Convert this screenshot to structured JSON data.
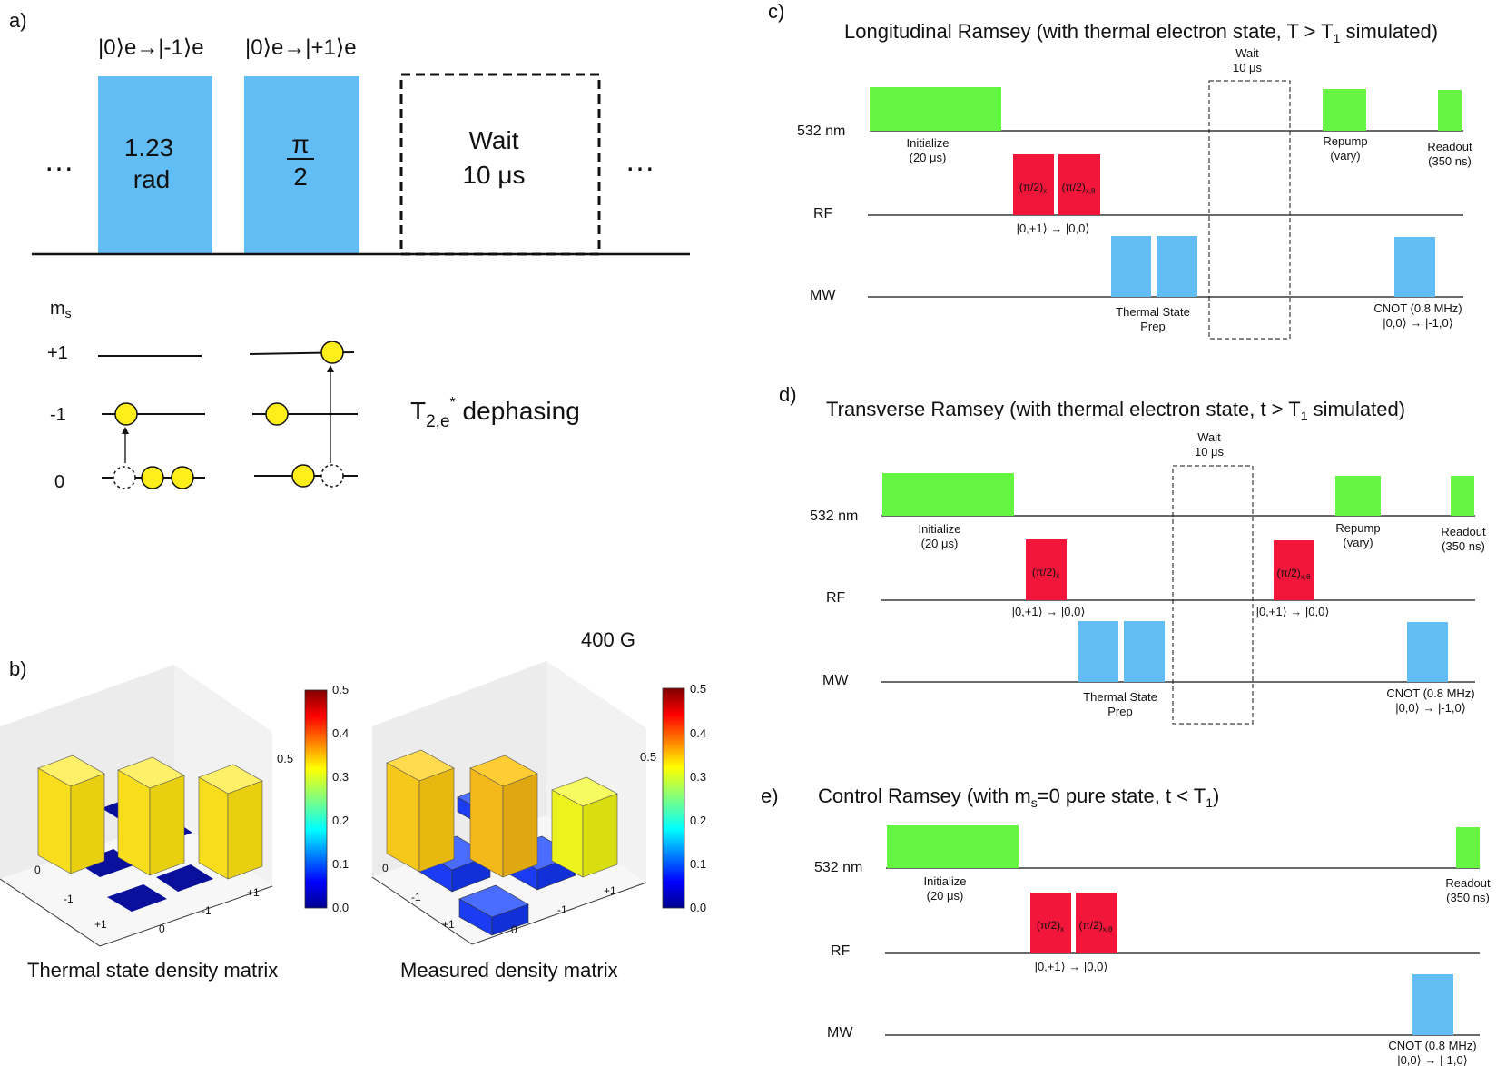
{
  "colors": {
    "green": "#66f542",
    "red": "#f2173a",
    "blue": "#63bdf5",
    "yellow": "#ffee1a",
    "bar_yellow": "#f7dd1c",
    "bar_orange": "#f4c21a",
    "bar_lime": "#ecf21e",
    "bar_blue": "#1b3cf2",
    "bar_navy": "#0a0f9c"
  },
  "panel_a": {
    "label": "a)",
    "ellipsis": "…",
    "pulse1": {
      "header": "|0⟩e→|-1⟩e",
      "line1": "1.23",
      "line2": "rad"
    },
    "pulse2": {
      "header": "|0⟩e→|+1⟩e",
      "line1": "π",
      "line2": "2"
    },
    "wait": {
      "line1": "Wait",
      "line2": "10 μs"
    },
    "ms_label": "ms",
    "levels": [
      "+1",
      "-1",
      "0"
    ],
    "dephasing": "T2,e* dephasing"
  },
  "panel_b": {
    "label": "b)",
    "field": "400 G",
    "caption_left": "Thermal state density matrix",
    "caption_right": "Measured density matrix",
    "colorbar_ticks": [
      "0.0",
      "0.1",
      "0.2",
      "0.3",
      "0.4",
      "0.5"
    ],
    "axis_label": "0.5",
    "tick_labels": [
      "0",
      "-1",
      "+1"
    ],
    "thermal_diagonal": [
      0.33,
      0.33,
      0.33
    ],
    "measured_diagonal": [
      0.35,
      0.33,
      0.32
    ]
  },
  "panel_c": {
    "label": "c)",
    "title": "Longitudinal Ramsey (with thermal electron state, T > T1 simulated)",
    "rows": [
      "532 nm",
      "RF",
      "MW"
    ],
    "wait": [
      "Wait",
      "10 μs"
    ],
    "initialize": [
      "Initialize",
      "(20 μs)"
    ],
    "repump": [
      "Repump",
      "(vary)"
    ],
    "readout": [
      "Readout",
      "(350 ns)"
    ],
    "rf_pulses": [
      "(π/2)x",
      "(π/2)x,θ"
    ],
    "rf_transition": "|0,+1⟩ → |0,0⟩",
    "thermal_prep": [
      "Thermal State",
      "Prep"
    ],
    "cnot": [
      "CNOT (0.8 MHz)",
      "|0,0⟩ → |-1,0⟩"
    ]
  },
  "panel_d": {
    "label": "d)",
    "title": "Transverse Ramsey (with thermal electron state, t > T1 simulated)",
    "rows": [
      "532 nm",
      "RF",
      "MW"
    ],
    "wait": [
      "Wait",
      "10 μs"
    ],
    "initialize": [
      "Initialize",
      "(20 μs)"
    ],
    "repump": [
      "Repump",
      "(vary)"
    ],
    "readout": [
      "Readout",
      "(350 ns)"
    ],
    "rf_pulses": [
      "(π/2)x",
      "(π/2)x,θ"
    ],
    "rf_transition_1": "|0,+1⟩ → |0,0⟩",
    "rf_transition_2": "|0,+1⟩ → |0,0⟩",
    "thermal_prep": [
      "Thermal State",
      "Prep"
    ],
    "cnot": [
      "CNOT (0.8 MHz)",
      "|0,0⟩ → |-1,0⟩"
    ]
  },
  "panel_e": {
    "label": "e)",
    "title": "Control Ramsey (with ms=0 pure state, t < T1)",
    "rows": [
      "532 nm",
      "RF",
      "MW"
    ],
    "initialize": [
      "Initialize",
      "(20 μs)"
    ],
    "readout": [
      "Readout",
      "(350 ns)"
    ],
    "rf_pulses": [
      "(π/2)x",
      "(π/2)x,θ"
    ],
    "rf_transition": "|0,+1⟩ → |0,0⟩",
    "cnot": [
      "CNOT (0.8 MHz)",
      "|0,0⟩ → |-1,0⟩"
    ]
  }
}
